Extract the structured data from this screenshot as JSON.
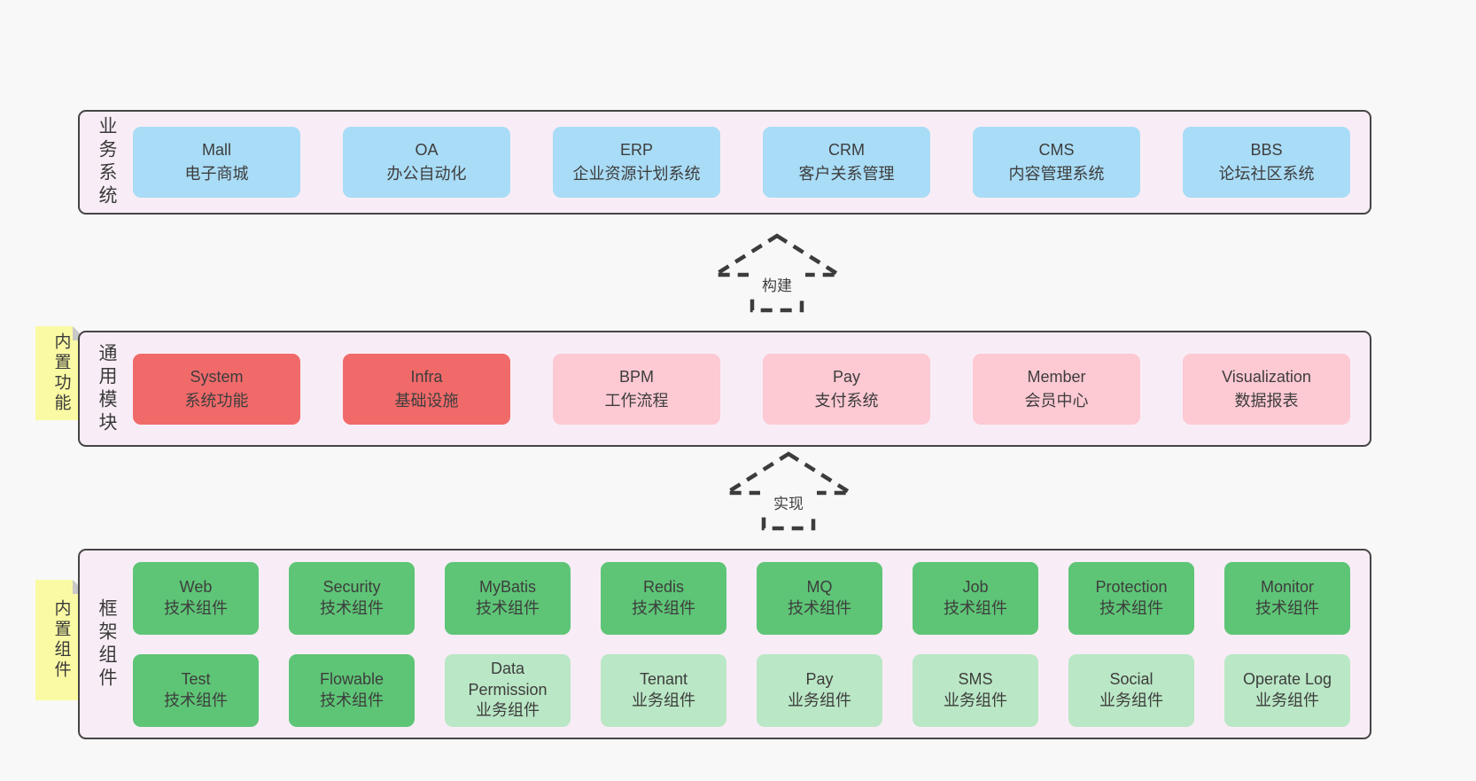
{
  "colors": {
    "canvas_bg": "#f8f8f8",
    "panel_bg": "#f8edf6",
    "panel_border": "#454545",
    "blue_box": "#a9dcf6",
    "red_box": "#f16a6a",
    "pink_box": "#fdc9d3",
    "green_box": "#5ec576",
    "light_green_box": "#bae7c5",
    "note_yellow": "#fafaa4",
    "note_fold": "#c8c8c8",
    "arrow_stroke": "#3c3c3c"
  },
  "arrows": {
    "build": "构建",
    "implement": "实现"
  },
  "layers": {
    "business": {
      "label": "业务系统",
      "boxes": [
        {
          "title": "Mall",
          "subtitle": "电子商城"
        },
        {
          "title": "OA",
          "subtitle": "办公自动化"
        },
        {
          "title": "ERP",
          "subtitle": "企业资源计划系统"
        },
        {
          "title": "CRM",
          "subtitle": "客户关系管理"
        },
        {
          "title": "CMS",
          "subtitle": "内容管理系统"
        },
        {
          "title": "BBS",
          "subtitle": "论坛社区系统"
        }
      ]
    },
    "modules": {
      "label": "通用模块",
      "note": "内置功能",
      "boxes": [
        {
          "title": "System",
          "subtitle": "系统功能",
          "variant": "red"
        },
        {
          "title": "Infra",
          "subtitle": "基础设施",
          "variant": "red"
        },
        {
          "title": "BPM",
          "subtitle": "工作流程",
          "variant": "pink"
        },
        {
          "title": "Pay",
          "subtitle": "支付系统",
          "variant": "pink"
        },
        {
          "title": "Member",
          "subtitle": "会员中心",
          "variant": "pink"
        },
        {
          "title": "Visualization",
          "subtitle": "数据报表",
          "variant": "pink"
        }
      ]
    },
    "framework": {
      "label": "框架组件",
      "note": "内置组件",
      "rows": [
        [
          {
            "title": "Web",
            "subtitle": "技术组件",
            "variant": "green"
          },
          {
            "title": "Security",
            "subtitle": "技术组件",
            "variant": "green"
          },
          {
            "title": "MyBatis",
            "subtitle": "技术组件",
            "variant": "green"
          },
          {
            "title": "Redis",
            "subtitle": "技术组件",
            "variant": "green"
          },
          {
            "title": "MQ",
            "subtitle": "技术组件",
            "variant": "green"
          },
          {
            "title": "Job",
            "subtitle": "技术组件",
            "variant": "green"
          },
          {
            "title": "Protection",
            "subtitle": "技术组件",
            "variant": "green"
          },
          {
            "title": "Monitor",
            "subtitle": "技术组件",
            "variant": "green"
          }
        ],
        [
          {
            "title": "Test",
            "subtitle": "技术组件",
            "variant": "green"
          },
          {
            "title": "Flowable",
            "subtitle": "技术组件",
            "variant": "green"
          },
          {
            "title": "Data Permission",
            "subtitle": "业务组件",
            "variant": "lightgreen"
          },
          {
            "title": "Tenant",
            "subtitle": "业务组件",
            "variant": "lightgreen"
          },
          {
            "title": "Pay",
            "subtitle": "业务组件",
            "variant": "lightgreen"
          },
          {
            "title": "SMS",
            "subtitle": "业务组件",
            "variant": "lightgreen"
          },
          {
            "title": "Social",
            "subtitle": "业务组件",
            "variant": "lightgreen"
          },
          {
            "title": "Operate Log",
            "subtitle": "业务组件",
            "variant": "lightgreen"
          }
        ]
      ]
    }
  }
}
